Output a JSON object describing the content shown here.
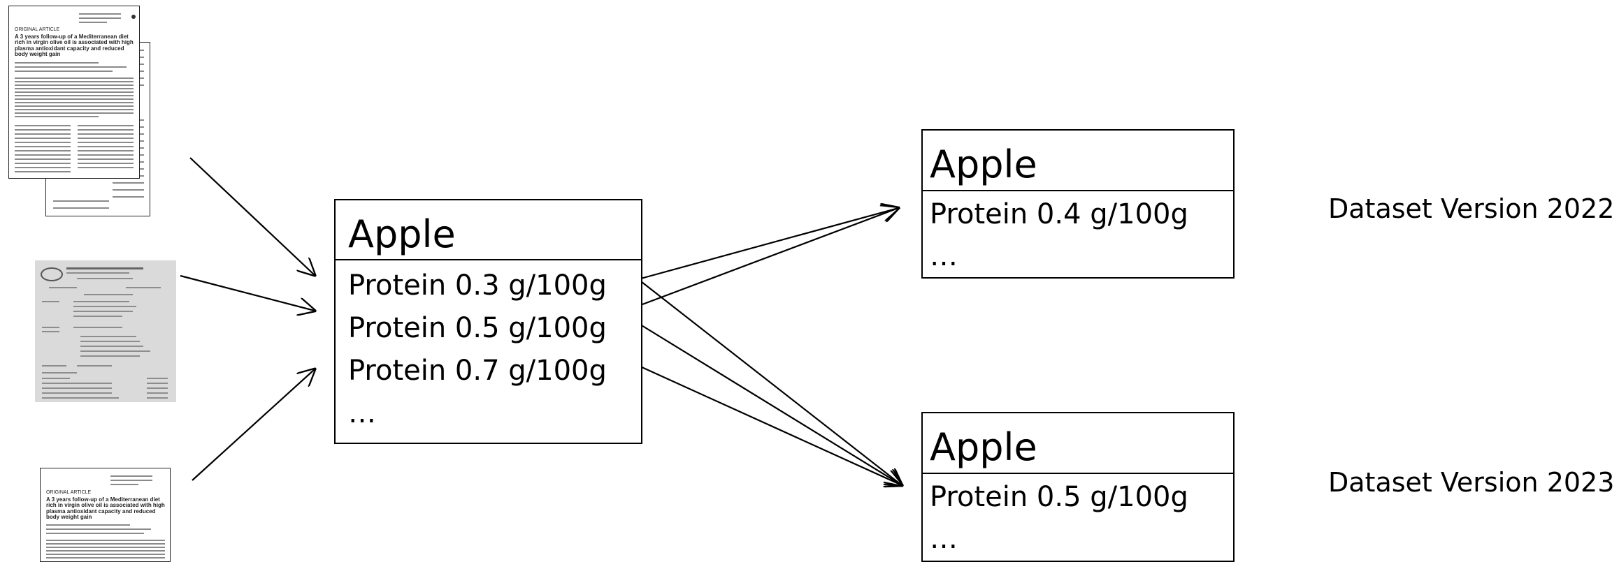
{
  "documents": {
    "paper_header": "ORIGINAL ARTICLE",
    "paper_title": "A 3 years follow-up of a Mediterranean diet rich in virgin olive oil is associated with high plasma antioxidant capacity and reduced body weight gain"
  },
  "center_box": {
    "title": "Apple",
    "rows": [
      "Protein 0.3 g/100g",
      "Protein 0.5 g/100g",
      "Protein 0.7 g/100g",
      "…"
    ]
  },
  "dataset_2022": {
    "box_title": "Apple",
    "rows": [
      "Protein 0.4 g/100g",
      "…"
    ],
    "label": "Dataset Version 2022"
  },
  "dataset_2023": {
    "box_title": "Apple",
    "rows": [
      "Protein 0.5 g/100g",
      "…"
    ],
    "label": "Dataset Version 2023"
  },
  "colors": {
    "stroke": "#000000",
    "scan_background": "#dadada"
  }
}
